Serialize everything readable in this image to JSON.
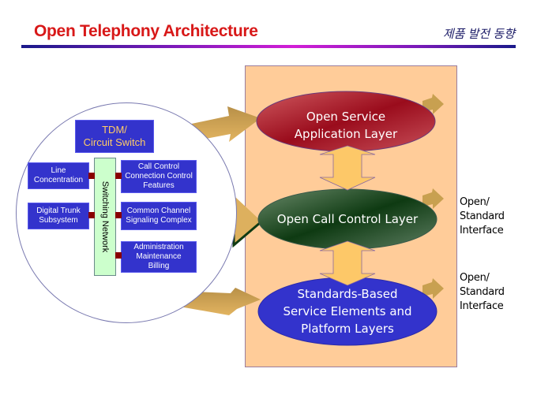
{
  "header": {
    "title": "Open Telephony Architecture",
    "subtitle": "제품 발전 동향"
  },
  "circuit_switch": {
    "title_line1": "TDM/",
    "title_line2": "Circuit Switch",
    "switching_network": "Switching Network",
    "left_blocks": [
      {
        "line1": "Line",
        "line2": "Concentration"
      },
      {
        "line1": "Digital Trunk",
        "line2": "Subsystem"
      }
    ],
    "right_blocks": [
      {
        "line1": "Call Control",
        "line2": "Connection Control",
        "line3": "Features"
      },
      {
        "line1": "Common Channel",
        "line2": "Signaling Complex"
      },
      {
        "line1": "Administration",
        "line2": "Maintenance",
        "line3": "Billing"
      }
    ]
  },
  "layers": [
    {
      "line1": "Open Service",
      "line2": "Application Layer",
      "color": "#9a1a2a"
    },
    {
      "line1": "Open Call Control Layer",
      "color": "#1e4a2a"
    },
    {
      "line1": "Standards-Based",
      "line2": "Service Elements and",
      "line3": "Platform Layers",
      "color": "#3333cc"
    }
  ],
  "interfaces": [
    {
      "line1": "Open/",
      "line2": "Standard",
      "line3": "Interface"
    },
    {
      "line1": "Open/",
      "line2": "Standard",
      "line3": "Interface"
    }
  ],
  "colors": {
    "title": "#d81818",
    "panel": "#ffcc99",
    "arrow": "#d9a94f",
    "block": "#3333cc",
    "switching": "#ccffcc"
  }
}
